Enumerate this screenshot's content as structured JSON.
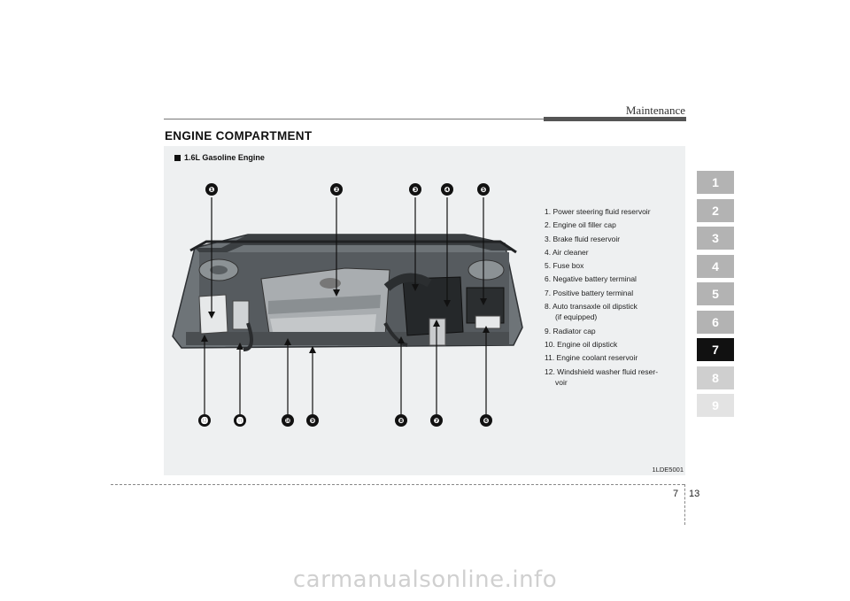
{
  "header": {
    "section": "Maintenance"
  },
  "page": {
    "title": "ENGINE COMPARTMENT",
    "chapter": "7",
    "number": "13"
  },
  "figure": {
    "subtitle": "1.6L Gasoline Engine",
    "code": "1LDE5001",
    "callouts": [
      "❶",
      "❷",
      "❸",
      "❹",
      "❺",
      "❻",
      "❼",
      "❽",
      "❾",
      "❿",
      "⓫",
      "⓬"
    ],
    "legend": [
      "1. Power steering fluid reservoir",
      "2. Engine oil filler cap",
      "3. Brake fluid reservoir",
      "4. Air cleaner",
      "5. Fuse box",
      "6. Negative battery terminal",
      "7. Positive battery terminal",
      "8. Auto transaxle oil dipstick",
      "(if equipped)",
      "9. Radiator cap",
      "10. Engine oil dipstick",
      "11. Engine coolant reservoir",
      "12. Windshield washer fluid reser-",
      "voir"
    ]
  },
  "chapters": [
    {
      "label": "1",
      "color": "#b3b3b3"
    },
    {
      "label": "2",
      "color": "#b3b3b3"
    },
    {
      "label": "3",
      "color": "#b3b3b3"
    },
    {
      "label": "4",
      "color": "#b3b3b3"
    },
    {
      "label": "5",
      "color": "#b3b3b3"
    },
    {
      "label": "6",
      "color": "#b3b3b3"
    },
    {
      "label": "7",
      "color": "#111111"
    },
    {
      "label": "8",
      "color": "#cfcfcf"
    },
    {
      "label": "9",
      "color": "#e3e3e3"
    }
  ],
  "watermark": "carmanualsonline.info"
}
